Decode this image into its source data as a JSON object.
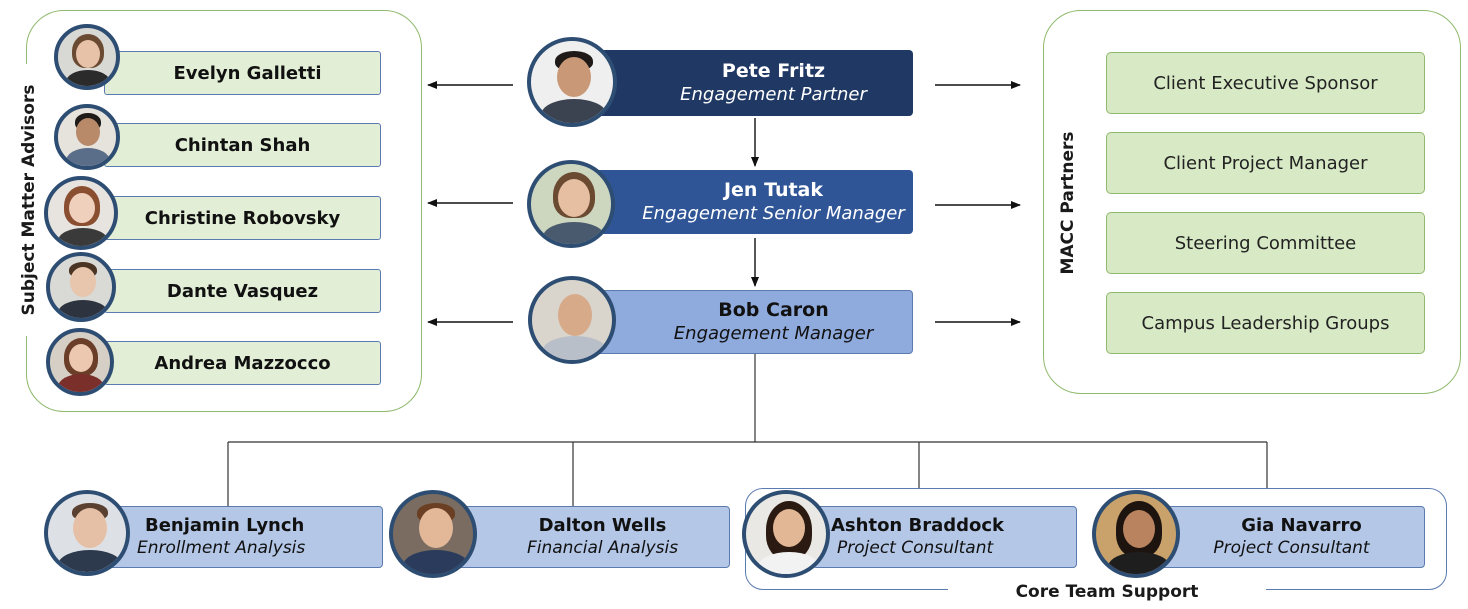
{
  "groups": {
    "sme_label": "Subject Matter Advisors",
    "macc_label": "MACC Partners",
    "core_label": "Core Team Support"
  },
  "sme": [
    {
      "name": "Evelyn Galletti",
      "icon": "woman-portrait-icon"
    },
    {
      "name": "Chintan Shah",
      "icon": "man-portrait-icon"
    },
    {
      "name": "Christine Robovsky",
      "icon": "woman-portrait-icon"
    },
    {
      "name": "Dante Vasquez",
      "icon": "man-portrait-icon"
    },
    {
      "name": "Andrea Mazzocco",
      "icon": "woman-portrait-icon"
    }
  ],
  "leadership": [
    {
      "name": "Pete Fritz",
      "role": "Engagement Partner",
      "color": "#203864"
    },
    {
      "name": "Jen Tutak",
      "role": "Engagement Senior Manager",
      "color": "#2f5597"
    },
    {
      "name": "Bob Caron",
      "role": "Engagement Manager",
      "color": "#8faadc"
    }
  ],
  "macc": [
    {
      "label": "Client Executive Sponsor"
    },
    {
      "label": "Client Project Manager"
    },
    {
      "label": "Steering Committee"
    },
    {
      "label": "Campus Leadership Groups"
    }
  ],
  "team": [
    {
      "name": "Benjamin Lynch",
      "role": "Enrollment Analysis"
    },
    {
      "name": "Dalton Wells",
      "role": "Financial Analysis"
    },
    {
      "name": "Ashton Braddock",
      "role": "Project Consultant"
    },
    {
      "name": "Gia Navarro",
      "role": "Project Consultant"
    }
  ],
  "colors": {
    "green_fill": "#e2efd6",
    "green_border": "#8fba6d",
    "blue_border": "#5b7bb0",
    "team_fill": "#b4c7e7",
    "avatar_ring": "#2e4d73"
  }
}
